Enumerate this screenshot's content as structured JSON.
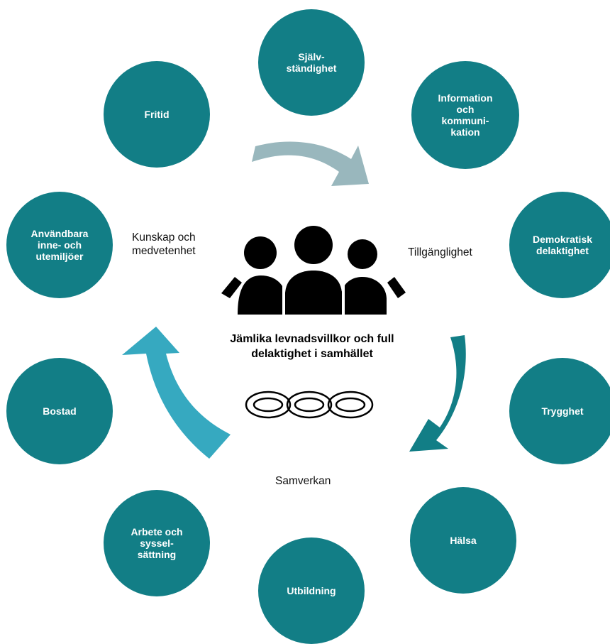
{
  "center": {
    "title": "Jämlika levnadsvillkor och full\ndelaktighet i samhället"
  },
  "circles": [
    {
      "id": "sjalvstandighet",
      "label": "Själv-\nständighet"
    },
    {
      "id": "information",
      "label": "Information\noch\nkommuni-\nkation"
    },
    {
      "id": "demokratisk",
      "label": "Demokratisk\ndelaktighet"
    },
    {
      "id": "trygghet",
      "label": "Trygghet"
    },
    {
      "id": "halsa",
      "label": "Hälsa"
    },
    {
      "id": "utbildning",
      "label": "Utbildning"
    },
    {
      "id": "arbete",
      "label": "Arbete och\nsyssel-\nsättning"
    },
    {
      "id": "bostad",
      "label": "Bostad"
    },
    {
      "id": "anvandbara",
      "label": "Användbara\ninne- och\nutemiljöer"
    },
    {
      "id": "fritid",
      "label": "Fritid"
    }
  ],
  "cycle_labels": {
    "kunskap": "Kunskap och\nmedvetenhet",
    "tillganglighet": "Tillgänglighet",
    "samverkan": "Samverkan"
  },
  "colors": {
    "circle": "#127e86",
    "arrow_top": "#99b7bd",
    "arrow_right": "#127e86",
    "arrow_left": "#36a9c0",
    "icon": "#000000"
  },
  "icons": [
    "people-group-icon",
    "chain-links-icon"
  ]
}
